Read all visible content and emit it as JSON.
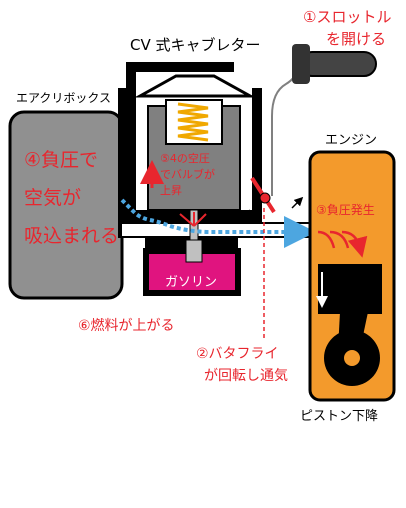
{
  "labels": {
    "carburetor_title": "CV 式キャブレター",
    "airbox": "エアクリボックス",
    "engine": "エンジン",
    "gasoline": "ガソリン",
    "piston": "ピストン下降"
  },
  "steps": {
    "step1": [
      "①スロットル",
      "を開ける"
    ],
    "step2": [
      "②バタフライ",
      "が回転し通気"
    ],
    "step3": "③負圧発生",
    "step4": [
      "④負圧で",
      "空気が",
      "吸込まれる"
    ],
    "step5": [
      "⑤4の空圧",
      "でバルブが",
      "上昇"
    ],
    "step6": "⑥燃料が上がる"
  },
  "colors": {
    "annotation": "#e8262e",
    "engine": "#f39a2c",
    "airbox": "#909090",
    "body": "#000000",
    "gasoline": "#e0147f",
    "air_flow": "#4da6e0"
  }
}
